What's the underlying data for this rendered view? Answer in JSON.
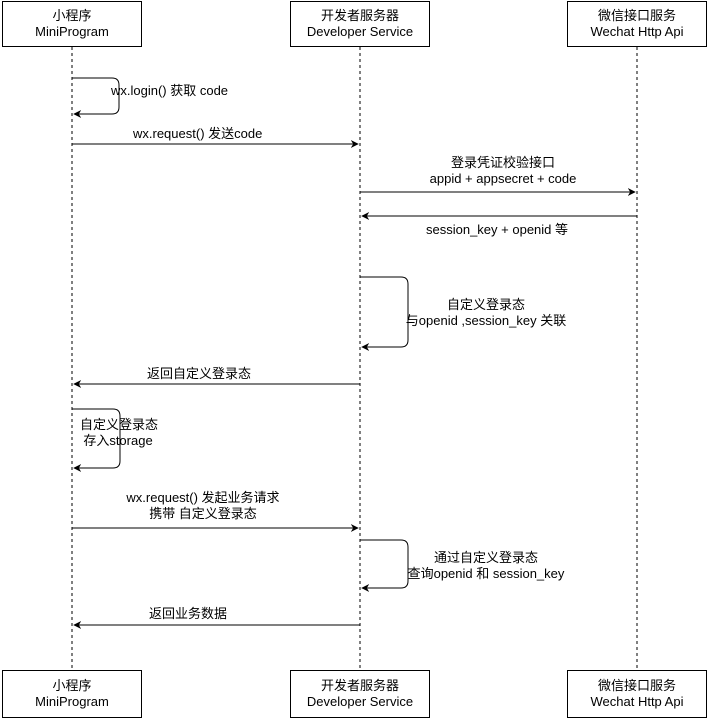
{
  "participants": {
    "mini": {
      "name_cn": "小程序",
      "name_en": "MiniProgram"
    },
    "dev": {
      "name_cn": "开发者服务器",
      "name_en": "Developer Service"
    },
    "wx": {
      "name_cn": "微信接口服务",
      "name_en": "Wechat Http Api"
    }
  },
  "messages": {
    "m1": "wx.login() 获取 code",
    "m2": "wx.request() 发送code",
    "m3_l1": "登录凭证校验接口",
    "m3_l2": "appid + appsecret + code",
    "m4": "session_key + openid 等",
    "m5_l1": "自定义登录态",
    "m5_l2": "与openid ,session_key 关联",
    "m6": "返回自定义登录态",
    "m7_l1": "自定义登录态",
    "m7_l2": "存入storage",
    "m8_l1": "wx.request() 发起业务请求",
    "m8_l2": "携带 自定义登录态",
    "m9_l1": "通过自定义登录态",
    "m9_l2": "查询openid 和 session_key",
    "m10": "返回业务数据"
  }
}
